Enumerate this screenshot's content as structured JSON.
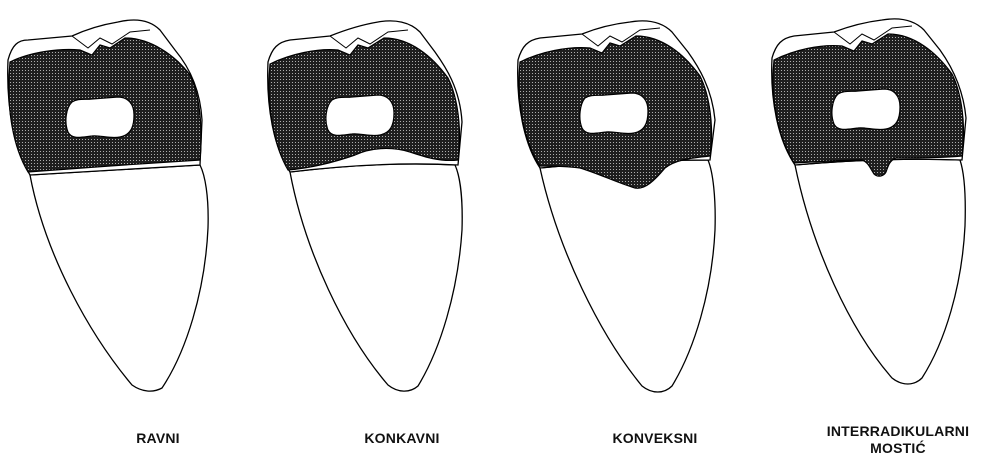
{
  "figure": {
    "items": [
      {
        "label": "RAVNI"
      },
      {
        "label": "KONKAVNI"
      },
      {
        "label": "KONVEKSNI"
      },
      {
        "label": "INTERRADIKULARNI",
        "label_line2": "MOSTIĆ"
      }
    ],
    "colors": {
      "fill": "#2a2a2a",
      "outline": "#000000",
      "background": "#ffffff"
    }
  }
}
